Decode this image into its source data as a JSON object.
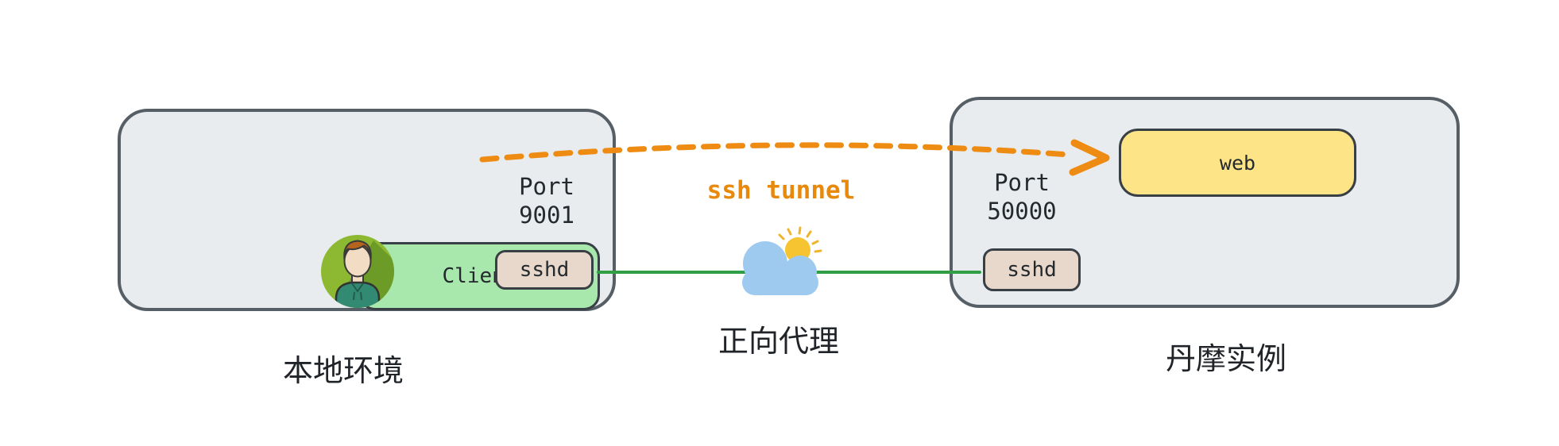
{
  "left_box": {
    "title": "本地环境",
    "client_label": "Client",
    "port_label": "Port",
    "port_value": "9001",
    "sshd_label": "sshd"
  },
  "middle": {
    "tunnel_label": "ssh tunnel",
    "proxy_label": "正向代理"
  },
  "right_box": {
    "title": "丹摩实例",
    "web_label": "web",
    "port_label": "Port",
    "port_value": "50000",
    "sshd_label": "sshd"
  },
  "icons": {
    "avatar": "user-avatar-icon",
    "cloud": "cloud-sun-icon",
    "tunnel_arrow": "ssh-tunnel-arrow",
    "connection_line": "ssh-connection-line"
  },
  "colors": {
    "container_fill": "#e9ecef",
    "container_border": "#565e66",
    "client_fill": "#a8e8ac",
    "web_fill": "#fce487",
    "sshd_fill": "#e8d8cb",
    "inner_border": "#383f45",
    "tunnel_orange": "#ee8b13",
    "connection_green": "#2f9e44",
    "cloud_blue": "#9ecaf0",
    "sun_yellow": "#f6c430",
    "avatar_green": "#8db832",
    "text_dark": "#24292e"
  }
}
